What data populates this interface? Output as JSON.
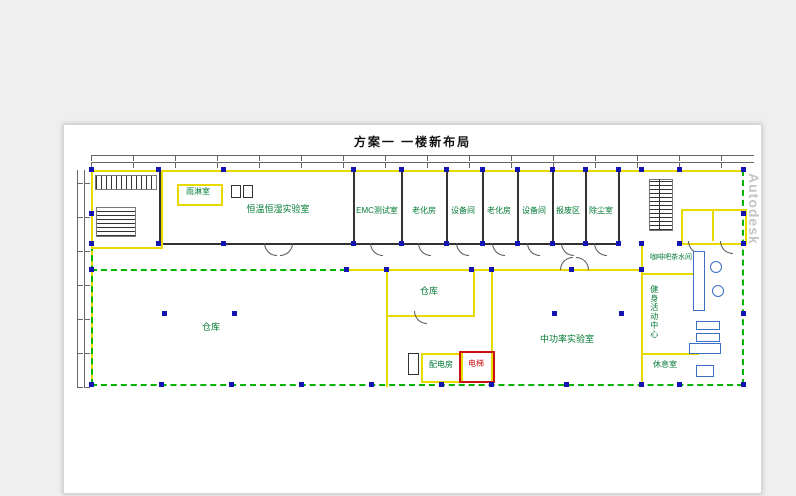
{
  "page": {
    "title": "方案一  一楼新布局"
  },
  "watermark": "Autodesk",
  "rooms": {
    "rain": "雨淋室",
    "humidity_lab": "恒温恒湿实验室",
    "emc": "EMC测试室",
    "aging1": "老化房",
    "equip1": "设备间",
    "aging2": "老化房",
    "equip2": "设备间",
    "scrap": "报废区",
    "dust": "除尘室",
    "warehouse_main": "仓库",
    "warehouse_small": "仓库",
    "mid_power_lab": "中功率实验室",
    "power_room": "配电房",
    "elevator": "电梯",
    "coffee": "咖啡吧茶水间",
    "gym": "健身活动中心",
    "lounge": "休息室"
  },
  "colors": {
    "wall_yellow": "#e8d900",
    "dash_green": "#00b400",
    "column_blue": "#1414b4",
    "elevator_red": "#cc1111",
    "label_green": "#007a33",
    "furniture_blue": "#3a6fc4",
    "watermark_gray": "#c6c6c6"
  }
}
